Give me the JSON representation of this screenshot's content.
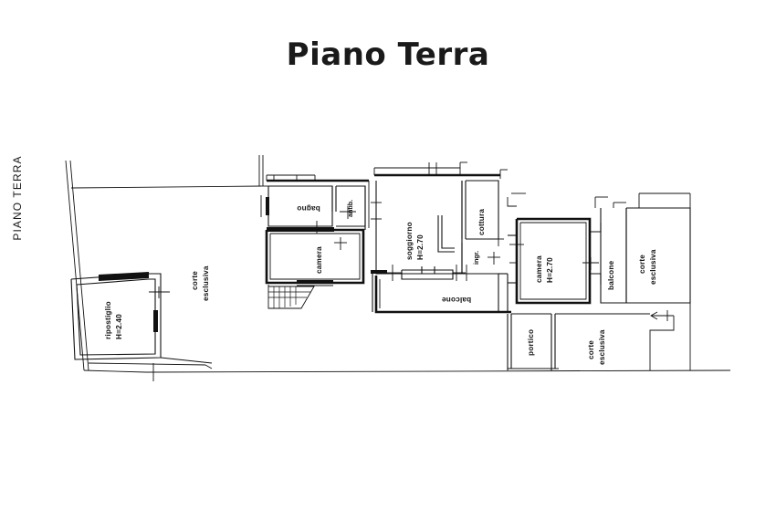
{
  "document": {
    "title": "Piano Terra",
    "margin_label": "PIANO TERRA",
    "background_color": "#ffffff",
    "ink_color": "#111111"
  },
  "rooms": [
    {
      "id": "ripostiglio",
      "name": "ripostiglio",
      "height_note": "H=2.40",
      "orientation": "vertical-up"
    },
    {
      "id": "corte-esclusiva-left",
      "name": "corte",
      "name2": "esclusiva",
      "orientation": "vertical-up"
    },
    {
      "id": "bagno",
      "name": "bagno",
      "orientation": "upside-down"
    },
    {
      "id": "antibagno",
      "name": "antib.",
      "orientation": "vertical-up"
    },
    {
      "id": "camera-left",
      "name": "camera",
      "orientation": "vertical-up"
    },
    {
      "id": "soggiorno",
      "name": "soggiorno",
      "height_note": "H=2.70",
      "orientation": "vertical-up"
    },
    {
      "id": "cottura",
      "name": "cottura",
      "orientation": "vertical-up"
    },
    {
      "id": "ingresso",
      "name": "ingr.",
      "orientation": "vertical-up"
    },
    {
      "id": "balcone-left",
      "name": "balcone",
      "orientation": "upside-down"
    },
    {
      "id": "camera-right",
      "name": "camera",
      "height_note": "H=2.70",
      "orientation": "vertical-up"
    },
    {
      "id": "balcone-right",
      "name": "balcone",
      "orientation": "vertical-up"
    },
    {
      "id": "corte-esclusiva-right",
      "name": "corte",
      "name2": "esclusiva",
      "orientation": "vertical-up"
    },
    {
      "id": "portico",
      "name": "portico",
      "orientation": "vertical-up"
    },
    {
      "id": "corte-esclusiva-bottom",
      "name": "corte",
      "name2": "esclusiva",
      "orientation": "vertical-up"
    }
  ],
  "labels": {
    "ripostiglio_name": "ripostiglio",
    "ripostiglio_h": "H=2.40",
    "corte_left_1": "corte",
    "corte_left_2": "esclusiva",
    "bagno": "bagno",
    "antibagno": "antib.",
    "camera_left": "camera",
    "soggiorno_name": "soggiorno",
    "soggiorno_h": "H=2.70",
    "cottura": "cottura",
    "ingresso": "ingr.",
    "balcone_left": "balcone",
    "camera_right_name": "camera",
    "camera_right_h": "H=2.70",
    "balcone_right": "balcone",
    "corte_right_1": "corte",
    "corte_right_2": "esclusiva",
    "portico": "portico",
    "corte_bottom_1": "corte",
    "corte_bottom_2": "esclusiva"
  },
  "annotations": {
    "entry_arrow": "arrow-left"
  }
}
